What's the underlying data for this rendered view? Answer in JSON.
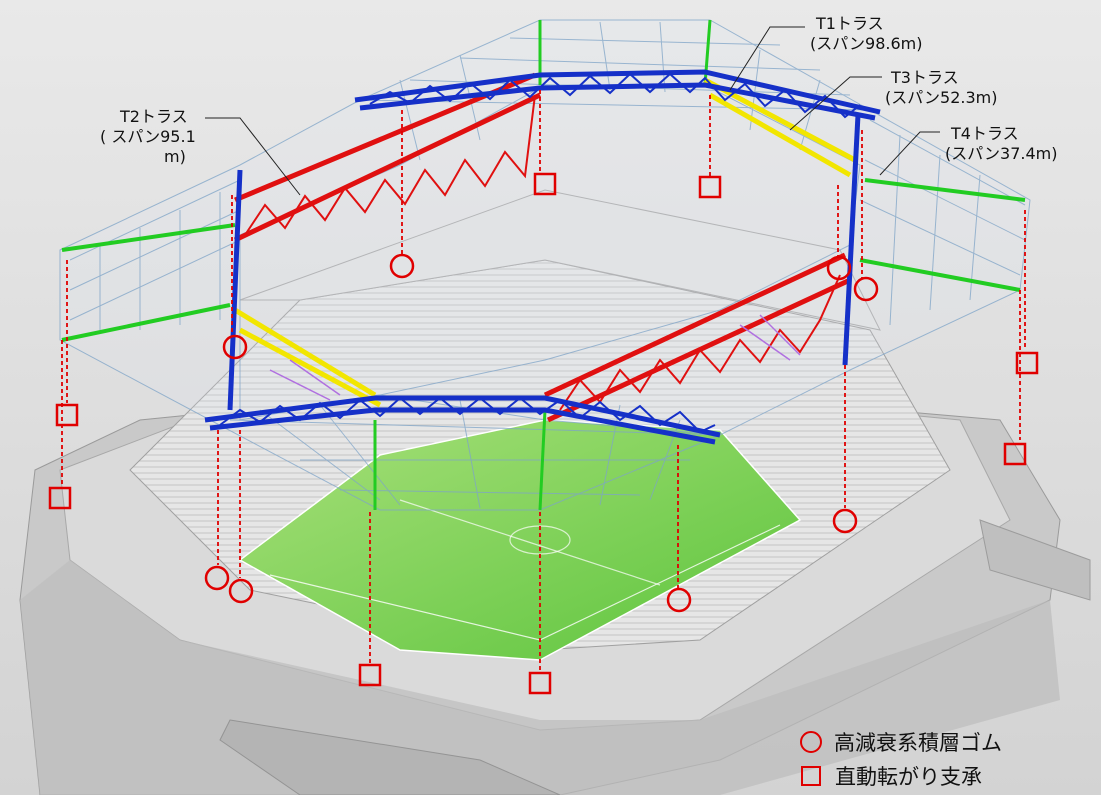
{
  "labels": {
    "t1": {
      "name": "T1トラス",
      "span": "(スパン98.6m)"
    },
    "t2": {
      "name": "T2トラス",
      "span": "( スパン95.1",
      "span_cont": "m)"
    },
    "t3": {
      "name": "T3トラス",
      "span": "(スパン52.3m)"
    },
    "t4": {
      "name": "T4トラス",
      "span": "(スパン37.4m)"
    }
  },
  "legend": {
    "rubber": "高減衰系積層ゴム",
    "slider": "直動転がり支承"
  },
  "colors": {
    "t1_truss": "#1530c8",
    "t2_truss": "#e01010",
    "t3_truss": "#f2e600",
    "t4_truss": "#22cc22",
    "bearing_marker": "#e00000",
    "pitch": "#7fd45a"
  }
}
